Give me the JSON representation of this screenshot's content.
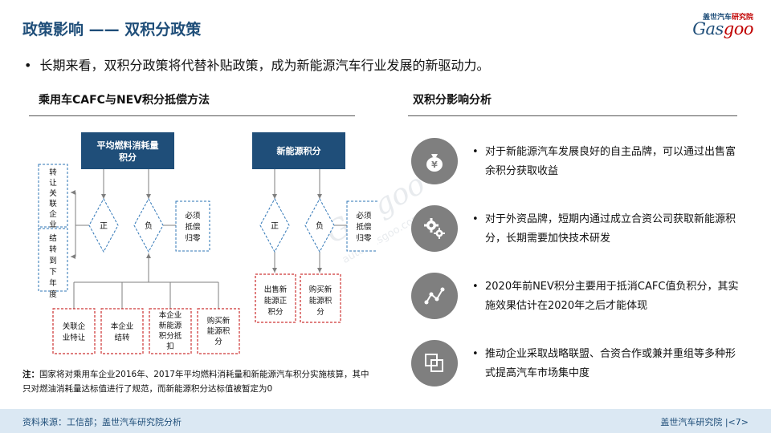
{
  "header": {
    "title": "政策影响 —— 双积分政策",
    "logo_top": "盖世汽车",
    "logo_top_red": "研究院",
    "logo_word_left": "Gas",
    "logo_word_right": "goo"
  },
  "main_bullet": "长期来看，双积分政策将代替补贴政策，成为新能源汽车行业发展的新驱动力。",
  "left_section": {
    "title": "乘用车CAFC与NEV积分抵偿方法",
    "box_fuel": "平均燃料消耗量积分",
    "box_nev": "新能源积分",
    "side_left_top": "转让关联企业",
    "side_left_bottom": "结转到下年度",
    "diamond_pos": "正",
    "diamond_neg": "负",
    "must_offset": "必须抵偿归零",
    "bottom_boxes": [
      "关联企业特让",
      "本企业结转",
      "本企业新能源积分抵扣",
      "购买新能源积分"
    ],
    "nev_sell": "出售新能源正积分",
    "nev_buy": "购买新能源积分"
  },
  "note": {
    "label": "注：",
    "text": "国家将对乘用车企业2016年、2017年平均燃料消耗量和新能源汽车积分实施核算，其中只对燃油消耗量达标值进行了规范，而新能源积分达标值被暂定为0"
  },
  "right_section": {
    "title": "双积分影响分析",
    "items": [
      {
        "icon": "money-bag-icon",
        "text": "对于新能源汽车发展良好的自主品牌，可以通过出售富余积分获取收益"
      },
      {
        "icon": "gears-icon",
        "text": "对于外资品牌，短期内通过成立合资公司获取新能源积分，长期需要加快技术研发"
      },
      {
        "icon": "trend-line-icon",
        "text": " 2020年前NEV积分主要用于抵消CAFC值负积分，其实施效果估计在2020年之后才能体现"
      },
      {
        "icon": "overlap-squares-icon",
        "text": "推动企业采取战略联盟、合资合作或兼并重组等多种形式提高汽车市场集中度"
      }
    ]
  },
  "watermark": {
    "word": "Gasgoo",
    "url": "auto.gasgoo.com"
  },
  "footer": {
    "source": "资料来源：工信部；盖世汽车研究院分析",
    "page": "盖世汽车研究院 |<7>"
  },
  "colors": {
    "accent": "#1f4e79",
    "red": "#c00000",
    "icon_gray": "#7f7f7f",
    "footer_bg": "#dbe8f3"
  }
}
